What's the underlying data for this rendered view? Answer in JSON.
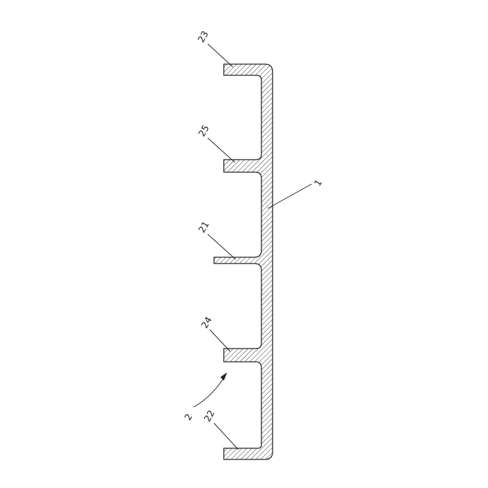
{
  "figure": {
    "labels": {
      "profile": "1",
      "assembly": "2",
      "rib_center": "21",
      "flange_bottom": "22",
      "flange_top": "23",
      "rib_lower": "24",
      "rib_upper": "25"
    }
  },
  "colors": {
    "line": "#222222",
    "background": "#ffffff"
  }
}
